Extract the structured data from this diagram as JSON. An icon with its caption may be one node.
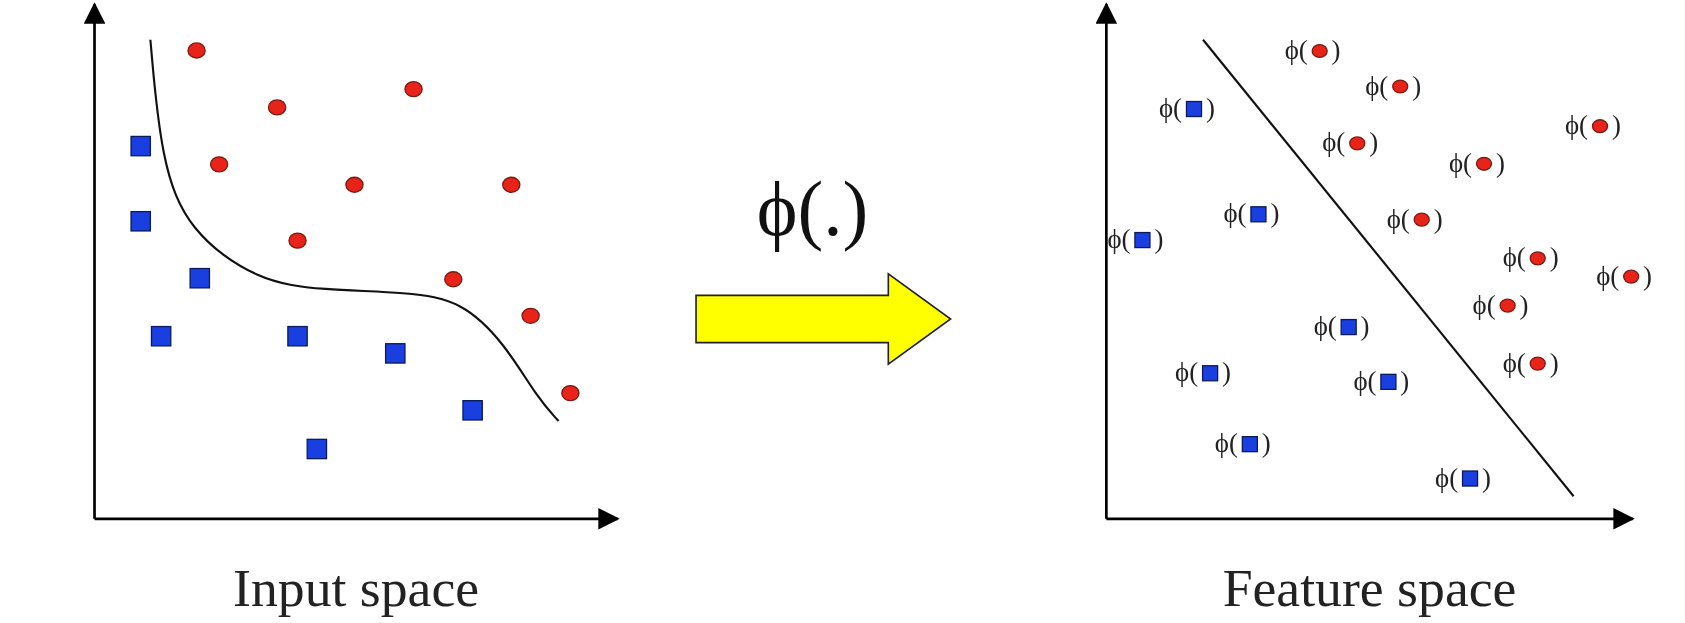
{
  "diagram": {
    "nodes": [
      {
        "text": [
          "Input space"
        ]
      },
      {
        "text": [
          "Feature space"
        ]
      }
    ],
    "edges": [
      {
        "from": 0,
        "to": 1,
        "arrow": "to",
        "label": "ϕ(.)",
        "style": "thick",
        "color": "#ffff00"
      }
    ],
    "labels": [
      "ϕ( )",
      "ϕ( )",
      "ϕ( )",
      "ϕ( )",
      "ϕ( )",
      "ϕ( )",
      "ϕ( )",
      "ϕ( )",
      "ϕ( )",
      "ϕ( )",
      "ϕ( )",
      "ϕ( )",
      "ϕ( )",
      "ϕ( )",
      "ϕ( )",
      "ϕ( )",
      "ϕ( )",
      "ϕ( )"
    ]
  }
}
